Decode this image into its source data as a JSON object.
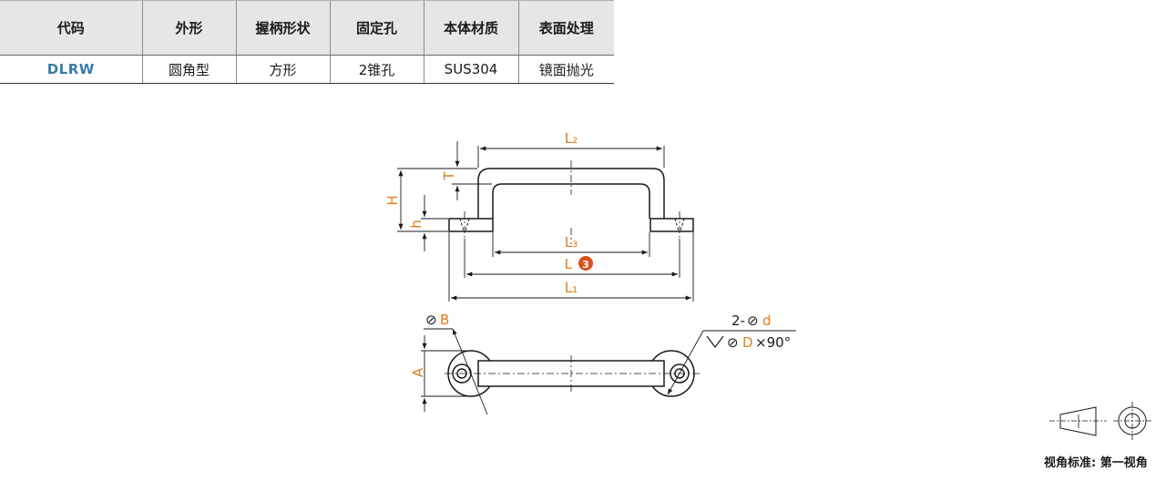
{
  "table": {
    "headers": [
      "代码",
      "外形",
      "握柄形状",
      "固定孔",
      "本体材质",
      "表面处理"
    ],
    "row": [
      "DLRW",
      "圆角型",
      "方形",
      "2锥孔",
      "SUS304",
      "镜面抛光"
    ]
  },
  "drawing": {
    "labels": {
      "L2": "L₂",
      "L3": "L₃",
      "L": "L",
      "L_marker": "3",
      "L1": "L₁",
      "H": "H",
      "T": "T",
      "h": "h",
      "A": "A",
      "dia_symbol": "⊘",
      "B": "B",
      "hole_count": "2-",
      "d": "d",
      "D": "D",
      "angle": "×90°"
    },
    "colors": {
      "dimension": "#e07b1c",
      "marker": "#d9531e",
      "code": "#3a7ca8"
    }
  },
  "caption": "视角标准: 第一视角"
}
